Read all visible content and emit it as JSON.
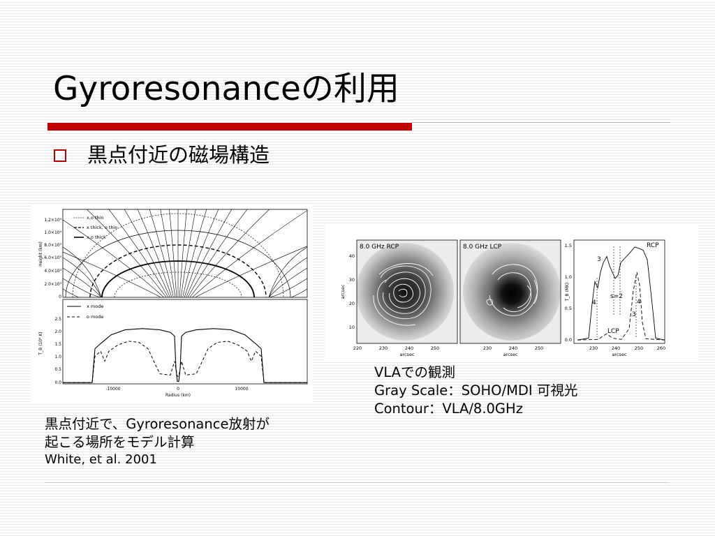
{
  "slide": {
    "title": "Gyroresonanceの利用",
    "bullet": "黒点付近の磁場構造"
  },
  "left_figure": {
    "legend_top": [
      "x,o thin",
      "x thick, o thin",
      "x,o thick"
    ],
    "legend_bottom": [
      "x mode",
      "o mode"
    ],
    "y_ticks_top": [
      "1.2×10⁴",
      "1.0×10⁴",
      "8.0×10³",
      "6.0×10³",
      "4.0×10³",
      "2.0×10³",
      "0"
    ],
    "y_ticks_bottom": [
      "2.5",
      "2.0",
      "1.5",
      "1.0",
      "0.5",
      "0.0"
    ],
    "y_label_top": "Height (km)",
    "y_label_bottom": "T_B (10⁶ K)",
    "x_ticks": [
      "-10000",
      "0",
      "10000"
    ],
    "x_label": "Radius (km)"
  },
  "right_figure": {
    "panel1_label": "8.0 GHz RCP",
    "panel2_label": "8.0 GHz LCP",
    "y_label": "arcsec",
    "y_ticks": [
      "40",
      "30",
      "20",
      "10"
    ],
    "x_ticks": [
      "220",
      "230",
      "240",
      "250"
    ],
    "x_ticks_2": [
      "230",
      "240",
      "250"
    ],
    "x_label": "arcsec",
    "spec_y_ticks": [
      "1.5",
      "1.0",
      "0.5",
      "0.0"
    ],
    "spec_y_label": "T_B (MK)",
    "spec_x_ticks": [
      "230",
      "240",
      "250",
      "260"
    ],
    "spec_labels": [
      "RCP",
      "LCP",
      "3",
      "4",
      "s=2",
      "4",
      "3"
    ]
  },
  "captions": {
    "right": [
      "VLAでの観測",
      "Gray Scale：SOHO/MDI 可視光",
      "Contour：VLA/8.0GHz"
    ],
    "left": [
      "黒点付近で、Gyroresonance放射が",
      "起こる場所をモデル計算",
      "White, et al. 2001"
    ]
  }
}
